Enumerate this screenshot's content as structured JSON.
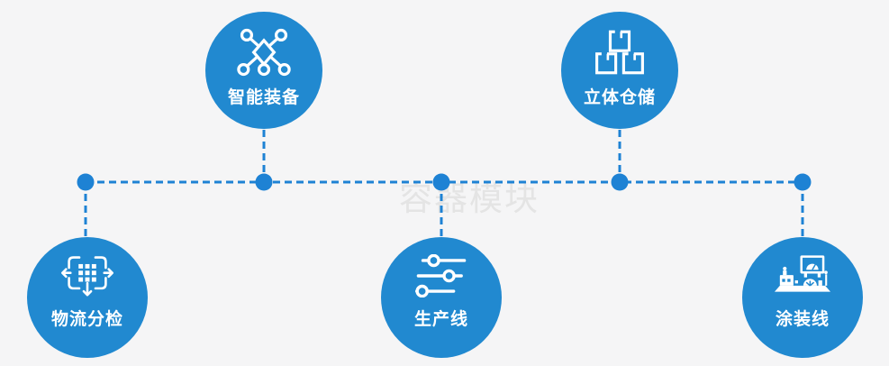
{
  "colors": {
    "background": "#f5f5f6",
    "node_fill": "#2189d0",
    "connector": "#1e82d4",
    "label_text": "#ffffff",
    "watermark_text": "#e4e4e4"
  },
  "watermark": {
    "text": "容器模块"
  },
  "nodes": [
    {
      "label": "智能装备",
      "icon": "network-nodes-icon"
    },
    {
      "label": "立体仓储",
      "icon": "stacked-boxes-icon"
    },
    {
      "label": "物流分检",
      "icon": "sorting-crossroads-icon"
    },
    {
      "label": "生产线",
      "icon": "sliders-icon"
    },
    {
      "label": "涂装线",
      "icon": "machine-dashboard-icon"
    }
  ]
}
